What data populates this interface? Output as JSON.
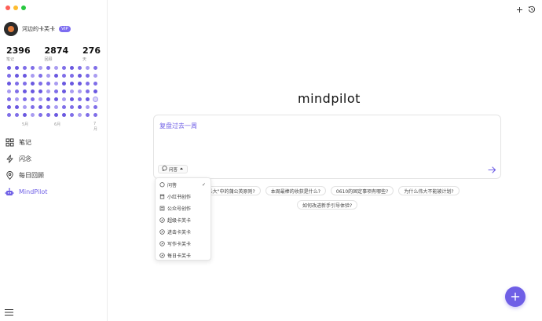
{
  "sidebar": {
    "profile": {
      "username": "河边的卡芙卡",
      "badge": "VIP"
    },
    "stats": [
      {
        "value": "2396",
        "label": "笔记"
      },
      {
        "value": "2874",
        "label": "回顾"
      },
      {
        "value": "276",
        "label": "天"
      }
    ],
    "heatmap": {
      "months": [
        "5月",
        "6月",
        "7月"
      ],
      "palette": [
        "#e9e6fb",
        "#cfc8f7",
        "#a99cf1",
        "#7f6ee8",
        "#6a58e0"
      ],
      "levels": [
        [
          3,
          3,
          2,
          2,
          1,
          2,
          1,
          2,
          3,
          2,
          1,
          2
        ],
        [
          2,
          3,
          3,
          1,
          2,
          1,
          3,
          2,
          2,
          3,
          2,
          1
        ],
        [
          3,
          2,
          2,
          3,
          2,
          2,
          1,
          3,
          3,
          3,
          2,
          2
        ],
        [
          1,
          2,
          3,
          3,
          3,
          1,
          2,
          3,
          1,
          1,
          2,
          3
        ],
        [
          2,
          1,
          2,
          2,
          1,
          3,
          3,
          1,
          3,
          2,
          3,
          0
        ],
        [
          3,
          3,
          1,
          2,
          3,
          2,
          1,
          2,
          2,
          3,
          1,
          2
        ],
        [
          2,
          2,
          3,
          1,
          2,
          2,
          3,
          3,
          2,
          1,
          2,
          2
        ]
      ]
    },
    "nav": [
      {
        "label": "笔记",
        "icon": "grid-icon",
        "active": false
      },
      {
        "label": "闪念",
        "icon": "lightning-icon",
        "active": false
      },
      {
        "label": "每日回顾",
        "icon": "location-pin-icon",
        "active": false
      },
      {
        "label": "MindPilot",
        "icon": "robot-icon",
        "active": true
      }
    ]
  },
  "main": {
    "logo": "mindpilot",
    "composer": {
      "text": "复盘过去一周",
      "mode_label": "问答"
    },
    "suggestions_row1": [
      "如何理解\"长大\"中的蒲公英原则?",
      "本周最棒的收获是什么?",
      "0610的固定事项有哪些?",
      "为什么伟大不能被计划?"
    ],
    "suggestions_row2": [
      "如何改进新手引导体验?"
    ],
    "dropdown": [
      {
        "label": "问答",
        "icon": "chat-icon",
        "selected": true
      },
      {
        "label": "小红书创作",
        "icon": "note-book-icon",
        "selected": false
      },
      {
        "label": "公众号创作",
        "icon": "article-icon",
        "selected": false
      },
      {
        "label": "超级卡芙卡",
        "icon": "compass-icon",
        "selected": false
      },
      {
        "label": "进击卡芙卡",
        "icon": "compass-icon",
        "selected": false
      },
      {
        "label": "写作卡芙卡",
        "icon": "compass-icon",
        "selected": false
      },
      {
        "label": "每日卡芙卡",
        "icon": "compass-icon",
        "selected": false
      }
    ]
  },
  "colors": {
    "accent": "#6f5fe6"
  }
}
